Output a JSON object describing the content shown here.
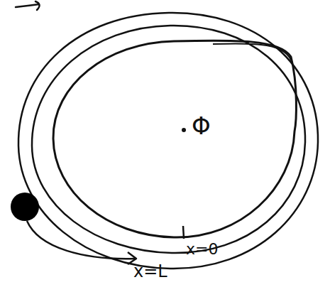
{
  "diagram": {
    "labels": [
      "Φ",
      "x=L",
      "x=0"
    ]
  }
}
